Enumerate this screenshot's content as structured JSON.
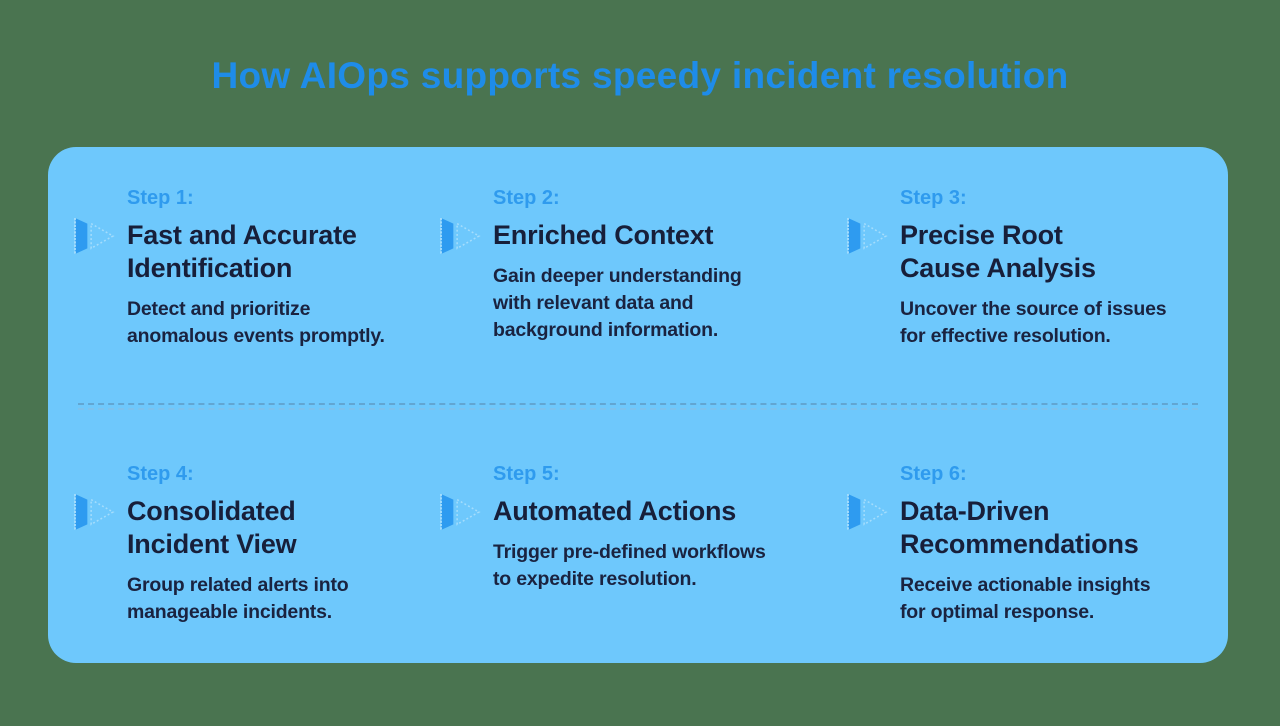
{
  "title": "How AIOps supports speedy incident resolution",
  "colors": {
    "background": "#4A7450",
    "card": "#6EC8FC",
    "title_text": "#1E8CE9",
    "step_label": "#2F9BEE",
    "heading_text": "#171F3A",
    "body_text": "#1A2340",
    "icon_solid": "#2E9BF0",
    "icon_outline": "#A5DDFC"
  },
  "icon": {
    "name": "step-arrow-icon",
    "glyph": "dotted play triangle"
  },
  "steps": [
    {
      "label": "Step 1:",
      "title": "Fast and Accurate\nIdentification",
      "description": "Detect and prioritize\nanomalous events promptly."
    },
    {
      "label": "Step 2:",
      "title": "Enriched Context",
      "description": "Gain deeper understanding\nwith relevant data and\nbackground information."
    },
    {
      "label": "Step 3:",
      "title": "Precise Root\nCause Analysis",
      "description": "Uncover the source of issues\nfor effective resolution."
    },
    {
      "label": "Step 4:",
      "title": "Consolidated\nIncident View",
      "description": "Group related alerts into\nmanageable incidents."
    },
    {
      "label": "Step 5:",
      "title": "Automated Actions",
      "description": "Trigger pre-defined workflows\nto expedite resolution."
    },
    {
      "label": "Step 6:",
      "title": "Data-Driven\nRecommendations",
      "description": "Receive actionable insights\nfor optimal response."
    }
  ]
}
